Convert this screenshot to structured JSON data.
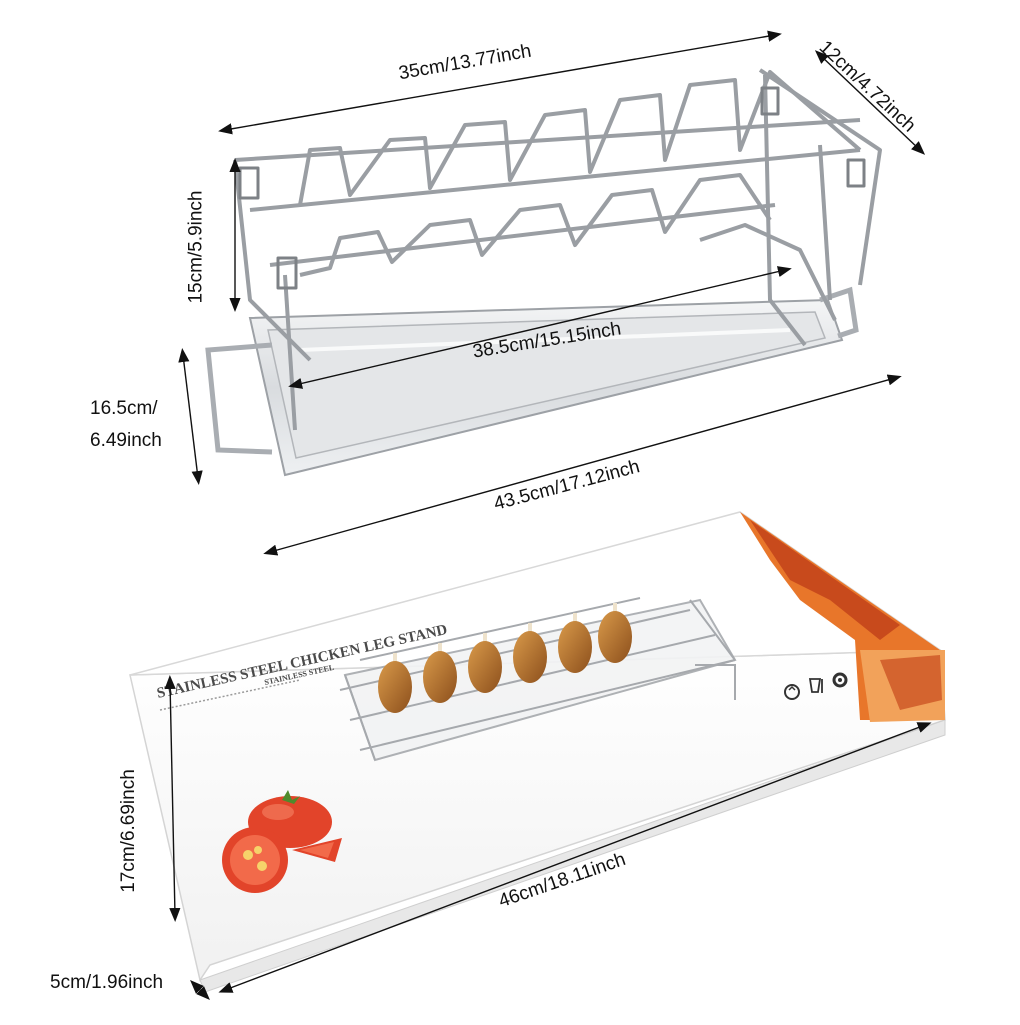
{
  "dimensions": {
    "rack_length": "35cm/13.77inch",
    "rack_depth": "12cm/4.72inch",
    "rack_height": "15cm/5.9inch",
    "tray_inner_length": "38.5cm/15.15inch",
    "tray_width_line1": "16.5cm/",
    "tray_width_line2": "6.49inch",
    "tray_outer_length": "43.5cm/17.12inch",
    "box_height": "17cm/6.69inch",
    "box_length": "46cm/18.11inch",
    "box_depth": "5cm/1.96inch"
  },
  "box": {
    "title": "STAINLESS STEEL CHICKEN LEG STAND",
    "subtitle": "STAINLESS STEEL"
  },
  "colors": {
    "box_accent_dark": "#c84a1c",
    "box_accent_mid": "#e8762a",
    "box_accent_light": "#f2a25a",
    "steel": "#b9bcc0",
    "steel_dark": "#7d8186",
    "tomato": "#e2442a",
    "chicken": "#b8742e"
  },
  "icons": [
    "recycle-icon",
    "glass-fork-icon",
    "gear-icon"
  ]
}
